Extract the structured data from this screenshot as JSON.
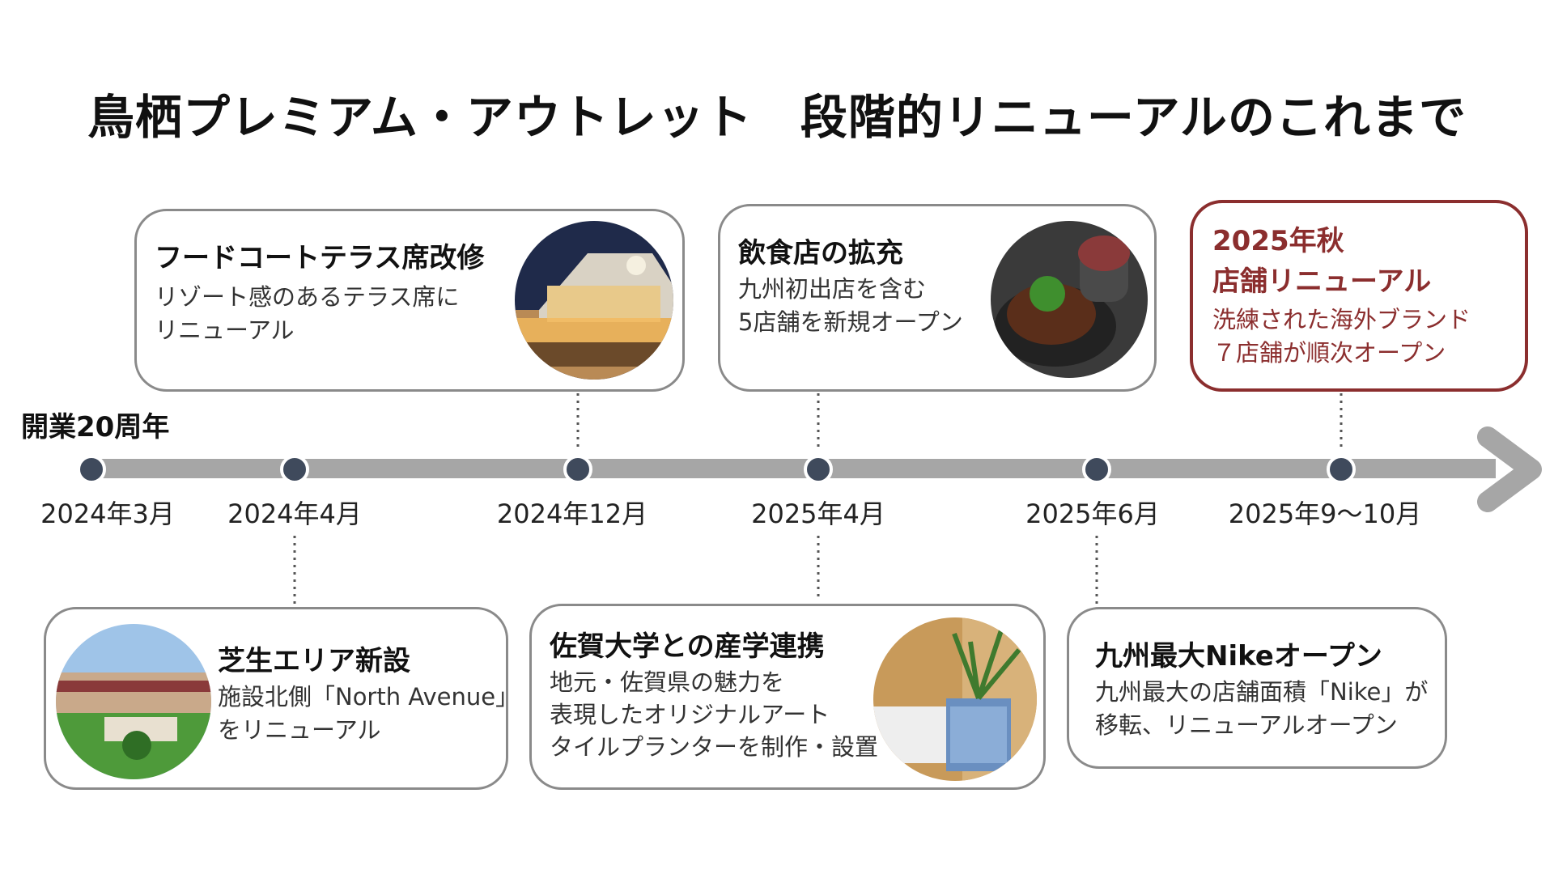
{
  "title": "鳥栖プレミアム・アウトレット　段階的リニューアルのこれまで",
  "anniversary_label": "開業20周年",
  "timeline": {
    "dates": [
      "2024年3月",
      "2024年4月",
      "2024年12月",
      "2025年4月",
      "2025年6月",
      "2025年9〜10月"
    ]
  },
  "events": {
    "foodcourt": {
      "title": "フードコートテラス席改修",
      "line1": "リゾート感のあるテラス席に",
      "line2": "リニューアル"
    },
    "restaurant": {
      "title": "飲食店の拡充",
      "line1": "九州初出店を含む",
      "line2": "5店舗を新規オープン"
    },
    "autumn": {
      "title_line1": "2025年秋",
      "title_line2": "店舗リニューアル",
      "line1": "洗練された海外ブランド",
      "line2": "７店舗が順次オープン"
    },
    "lawn": {
      "title": "芝生エリア新設",
      "line1": "施設北側「North Avenue」",
      "line2": "をリニューアル"
    },
    "saga": {
      "title": "佐賀大学との産学連携",
      "line1": "地元・佐賀県の魅力を",
      "line2": "表現したオリジナルアート",
      "line3": "タイルプランターを制作・設置"
    },
    "nike": {
      "title": "九州最大Nikeオープン",
      "line1": "九州最大の店舗面積「Nike」が",
      "line2": "移転、リニューアルオープン"
    }
  },
  "colors": {
    "axis": "#a6a6a6",
    "node": "#3f4a5c",
    "card_border": "#8a8a8a",
    "highlight": "#8b2e2e"
  }
}
